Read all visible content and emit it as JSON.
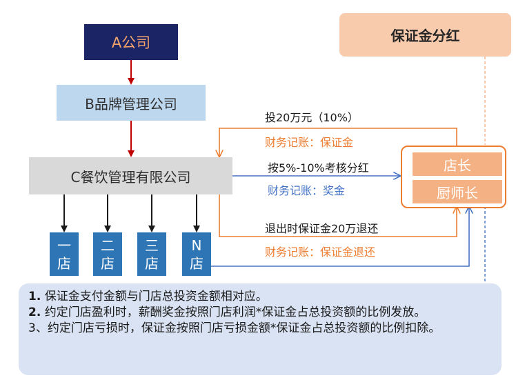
{
  "nodes": {
    "company_a": "A公司",
    "company_b": "B品牌管理公司",
    "company_c": "C餐饮管理有限公司",
    "bonus_title": "保证金分红",
    "store_manager": "店长",
    "chef": "厨师长"
  },
  "stores": [
    {
      "line1": "一",
      "line2": "店"
    },
    {
      "line1": "二",
      "line2": "店"
    },
    {
      "line1": "三",
      "line2": "店"
    },
    {
      "line1": "N",
      "line2": "店"
    }
  ],
  "flows": {
    "invest_label": "投20万元（10%）",
    "invest_accounting": "财务记账：保证金",
    "dividend_label": "按5%-10%考核分红",
    "dividend_accounting": "财务记账：奖金",
    "refund_label": "退出时保证金20万退还",
    "refund_accounting": "财务记账：保证金退还"
  },
  "notes": [
    {
      "num": "1.",
      "text": " 保证金支付金额与门店总投资金额相对应。"
    },
    {
      "num": "2.",
      "text": " 约定门店盈利时，薪酬奖金按照门店利润*保证金占总投资额的比例发放。"
    },
    {
      "num": "",
      "text": "3、约定门店亏损时，保证金按照门店亏损金额*保证金占总投资额的比例扣除。"
    }
  ],
  "colors": {
    "red_arrow": "#c00000",
    "orange": "#ed7d31",
    "blue": "#4472c4",
    "navy": "#1b2465"
  }
}
